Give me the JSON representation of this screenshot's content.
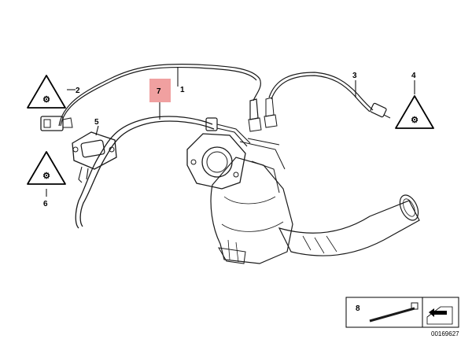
{
  "callouts": {
    "c1": "1",
    "c2": "2",
    "c3": "3",
    "c4": "4",
    "c5": "5",
    "c6": "6",
    "c7": "7",
    "c8": "8"
  },
  "highlight_color": "#f0a0a0",
  "diagram_code": "00169627",
  "icons": {
    "warning": "note-triangle-icon",
    "arrow": "direction-arrow-icon"
  }
}
